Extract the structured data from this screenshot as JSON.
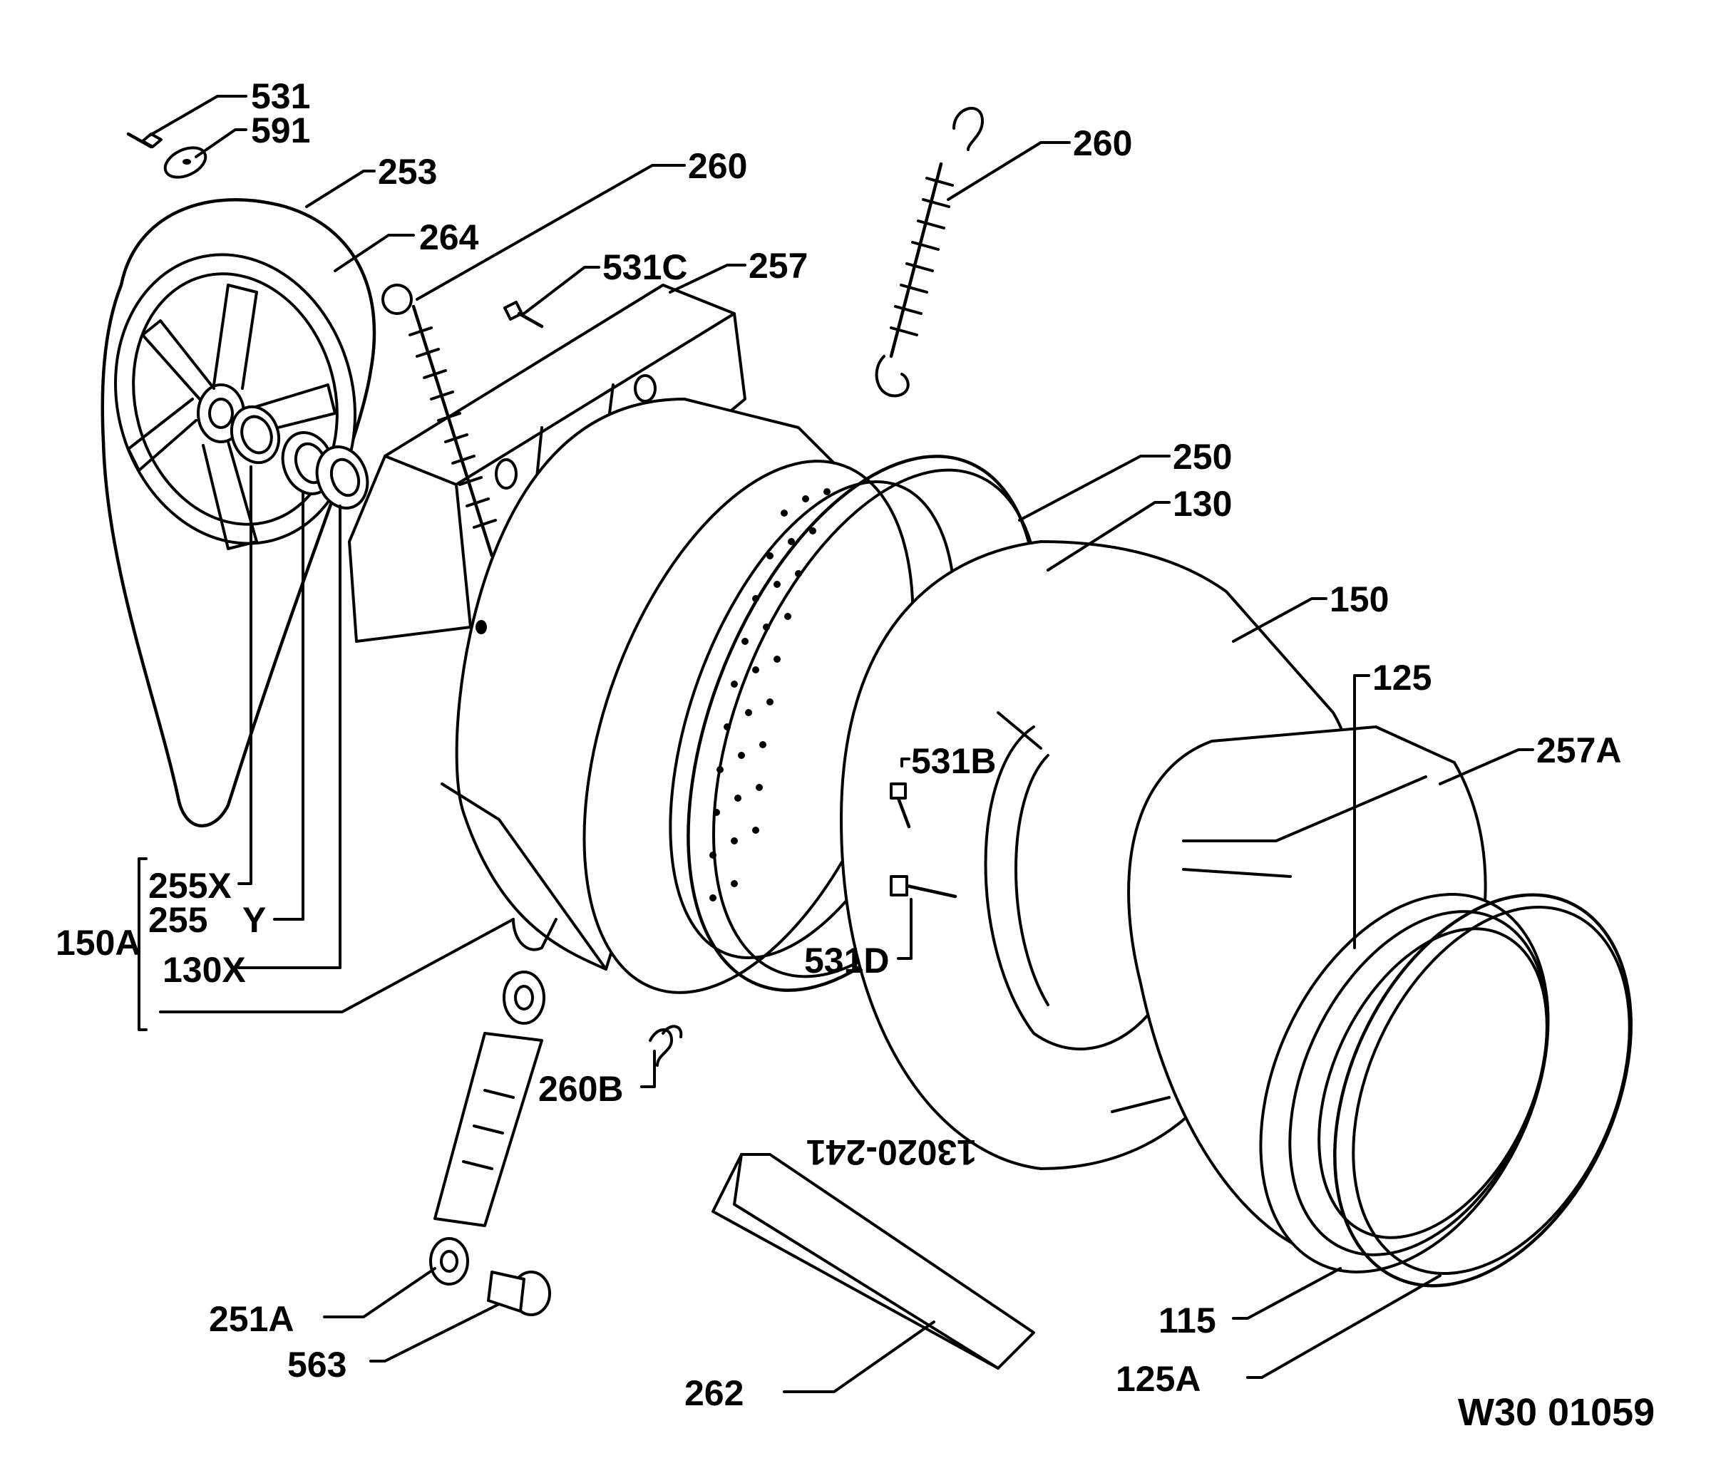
{
  "labels": {
    "l531": "531",
    "l591": "591",
    "l253": "253",
    "l264": "264",
    "l260a": "260",
    "l260b": "260",
    "l531c": "531C",
    "l257": "257",
    "l250": "250",
    "l130": "130",
    "l150": "150",
    "l125": "125",
    "l257a": "257A",
    "l531b": "531B",
    "l531d": "531D",
    "l255x": "255X",
    "l255y_a": "255",
    "l255y_b": "Y",
    "l150a": "150A",
    "l130x": "130X",
    "l260bb": "260B",
    "l251a": "251A",
    "l563": "563",
    "l262": "262",
    "l115": "115",
    "l125a": "125A"
  },
  "drawing_code": "W30 01059"
}
